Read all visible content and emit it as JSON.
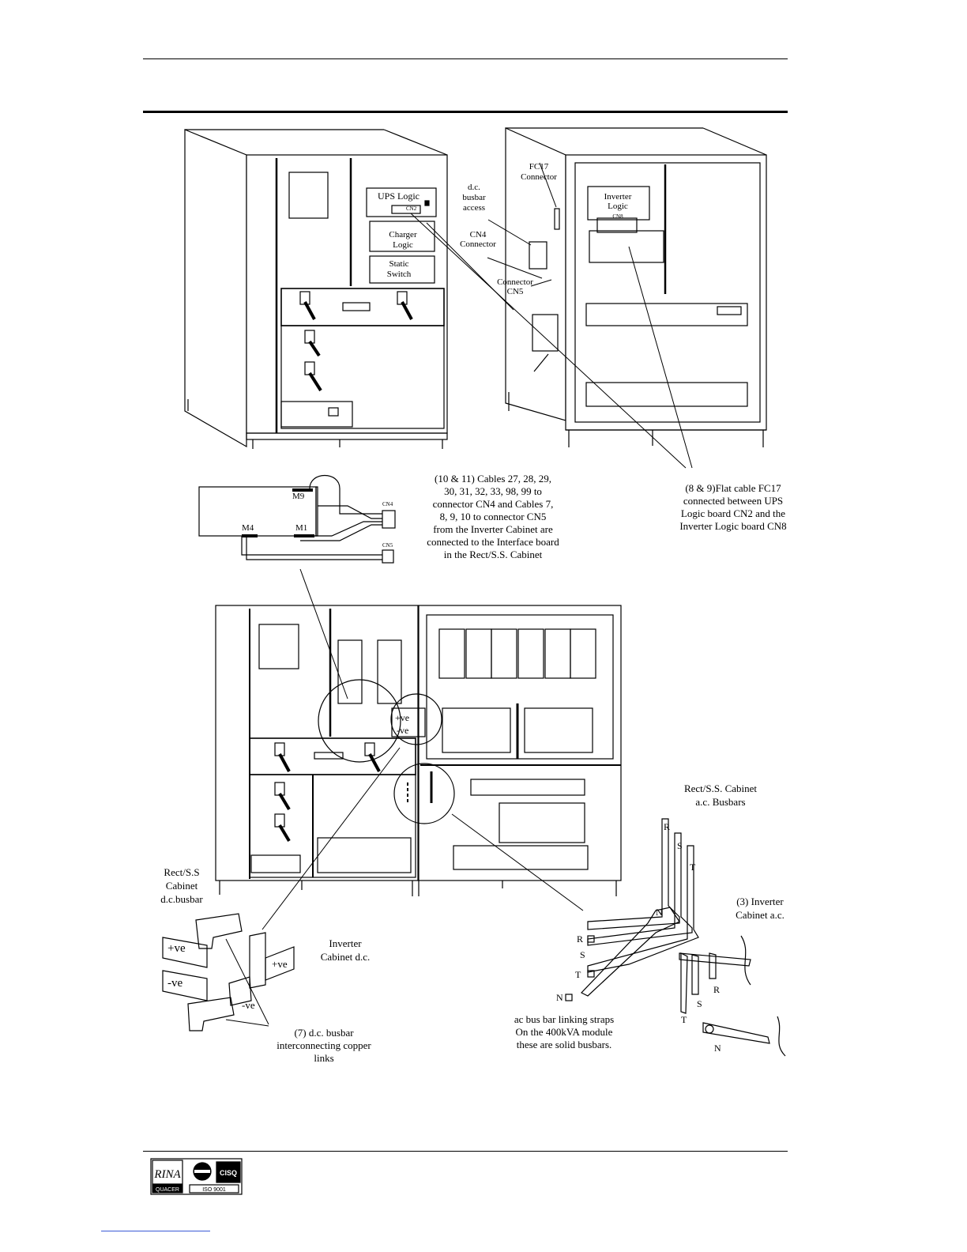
{
  "labels": {
    "ups_logic": "UPS Logic",
    "cn2": "CN2",
    "charger_logic_1": "Charger",
    "charger_logic_2": "Logic",
    "static_switch_1": "Static",
    "static_switch_2": "Switch",
    "dc_busbar_access_1": "d.c.",
    "dc_busbar_access_2": "busbar",
    "dc_busbar_access_3": "access",
    "fc17_connector_1": "FC17",
    "fc17_connector_2": "Connector",
    "cn4_connector_1": "CN4",
    "cn4_connector_2": "Connector",
    "connector_cn5_1": "Connector",
    "connector_cn5_2": "CN5",
    "inverter_logic_1": "Inverter",
    "inverter_logic_2": "Logic",
    "cn8": "CN8",
    "m9": "M9",
    "m4": "M4",
    "m1": "M1",
    "cn4_small": "CN4",
    "cn5_small": "CN5",
    "cables_note": [
      "(10 & 11) Cables 27, 28, 29,",
      "30, 31, 32, 33, 98, 99 to",
      "connector CN4 and Cables 7,",
      "8, 9, 10 to connector CN5",
      "from the Inverter Cabinet are",
      "connected to the Interface board",
      "in the Rect/S.S. Cabinet"
    ],
    "flat_cable_note": [
      "(8 & 9)Flat cable FC17",
      "connected between UPS",
      "Logic board CN2  and the",
      "Inverter Logic board CN8"
    ],
    "pos_ve_inset": "+ve",
    "neg_ve_inset": "-ve",
    "rect_ss_ac_busbars": [
      "Rect/S.S. Cabinet",
      "a.c. Busbars"
    ],
    "rect_ss_dc_busbar": [
      "Rect/S.S",
      "Cabinet",
      "d.c.busbar"
    ],
    "inverter_cabinet_dc": [
      "Inverter",
      "Cabinet d.c."
    ],
    "inverter_cabinet_ac": [
      "(3) Inverter",
      "Cabinet a.c."
    ],
    "dc_links_note": [
      "(7) d.c. busbar",
      "interconnecting copper",
      "links"
    ],
    "ac_straps_note": [
      "ac bus bar linking straps",
      "On the 400kVA module",
      "these are solid busbars."
    ],
    "pos_ve": "+ve",
    "neg_ve": "-ve",
    "r": "R",
    "s": "S",
    "t": "T",
    "n": "N"
  },
  "logo": {
    "rina": "RINA",
    "quacer": "QUACER",
    "cisq": "CISQ",
    "iso": "ISO 9001"
  }
}
